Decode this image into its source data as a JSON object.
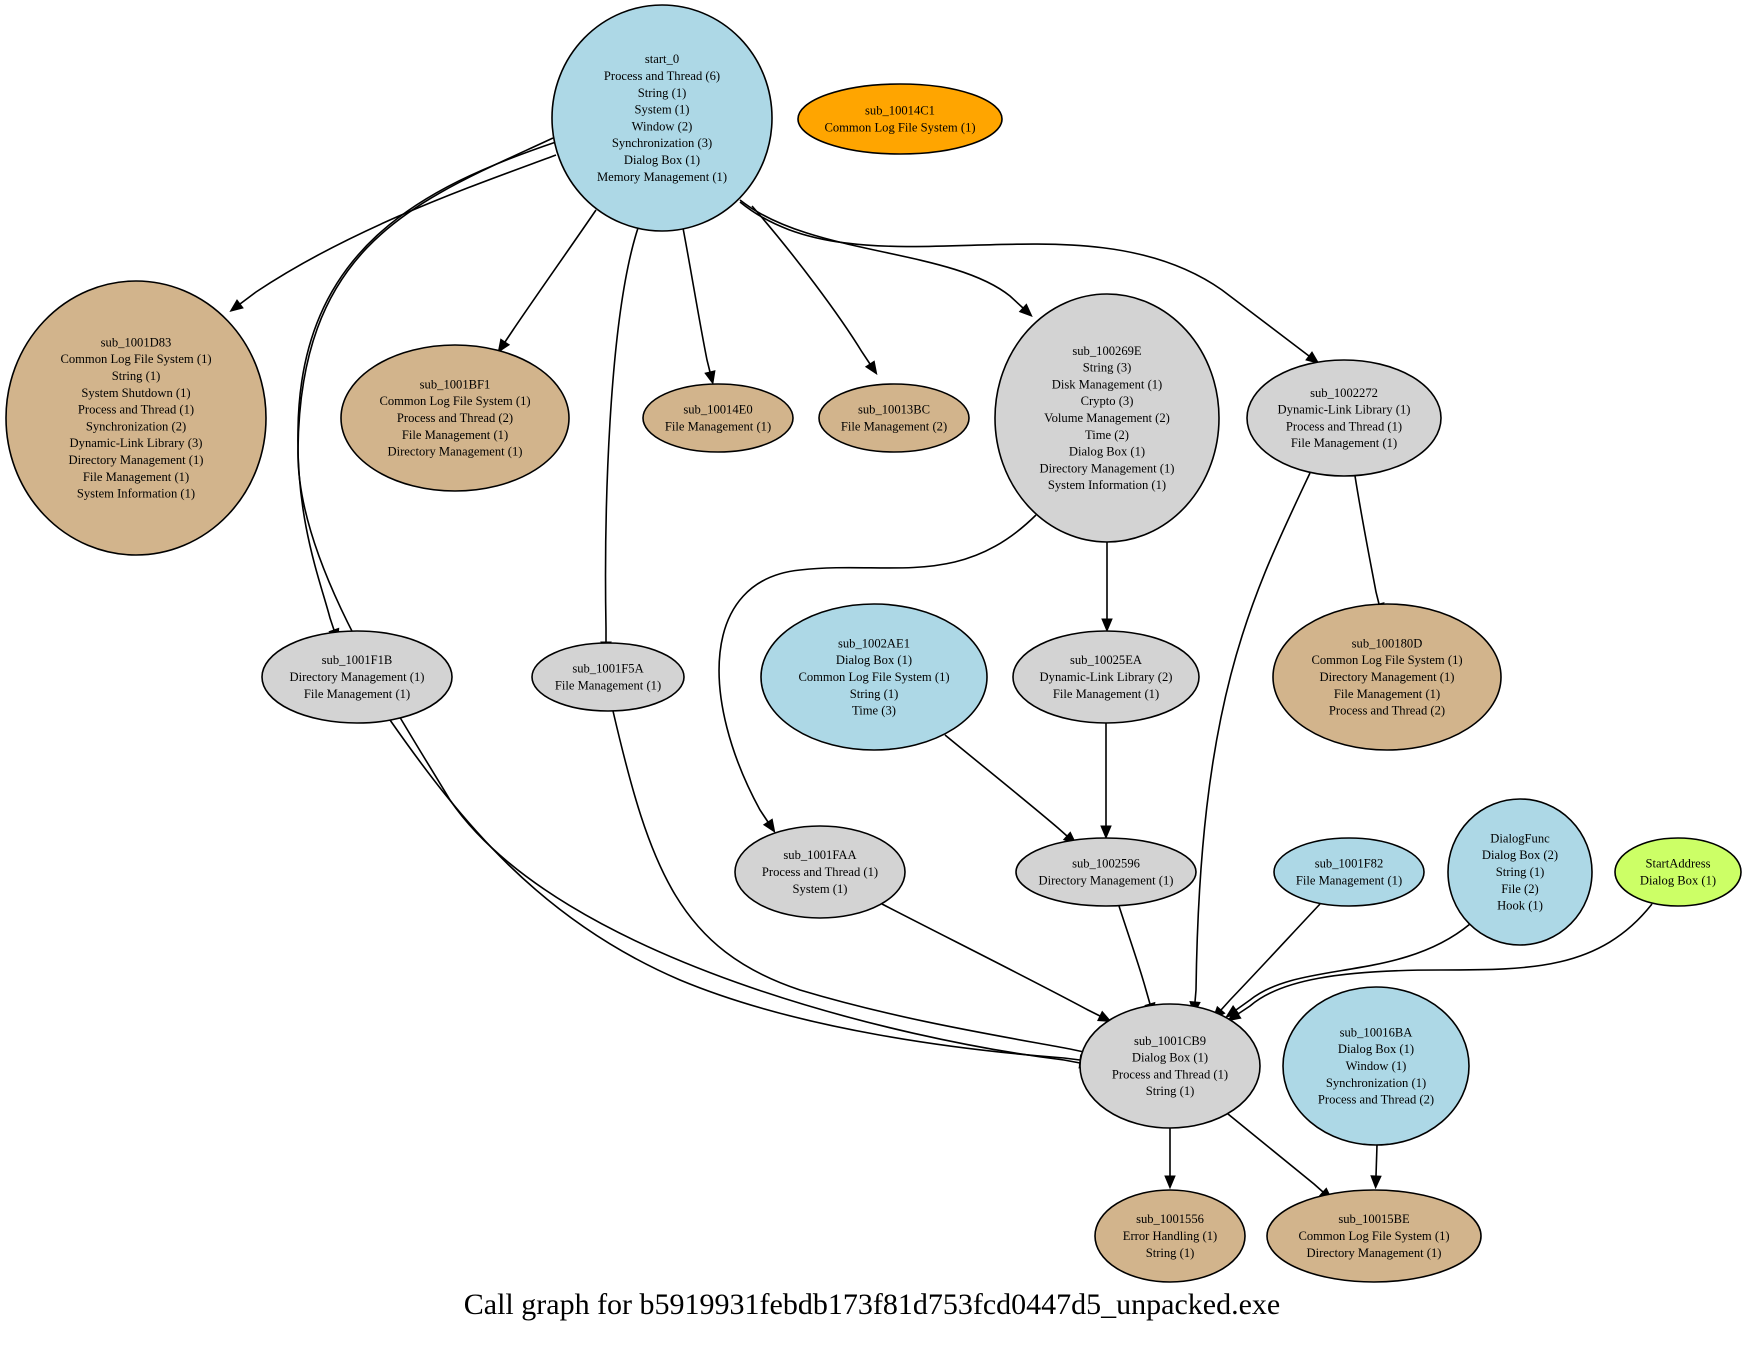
{
  "title": "Call graph for b5919931febdb173f81d753fcd0447d5_unpacked.exe",
  "colors": {
    "lightblue": "#add8e6",
    "tan": "#d2b48c",
    "lightgray": "#d3d3d3",
    "orange": "#ffa500",
    "green": "#ccff66"
  },
  "nodes": [
    {
      "id": "start_0",
      "color": "lightblue",
      "lines": [
        "start_0",
        "Process and Thread (6)",
        "String (1)",
        "System (1)",
        "Window (2)",
        "Synchronization (3)",
        "Dialog Box (1)",
        "Memory Management (1)"
      ]
    },
    {
      "id": "sub_10014C1",
      "color": "orange",
      "lines": [
        "sub_10014C1",
        "Common Log File System (1)"
      ]
    },
    {
      "id": "sub_1001D83",
      "color": "tan",
      "lines": [
        "sub_1001D83",
        "Common Log File System (1)",
        "String (1)",
        "System Shutdown (1)",
        "Process and Thread (1)",
        "Synchronization (2)",
        "Dynamic-Link Library (3)",
        "Directory Management (1)",
        "File Management (1)",
        "System Information (1)"
      ]
    },
    {
      "id": "sub_1001BF1",
      "color": "tan",
      "lines": [
        "sub_1001BF1",
        "Common Log File System (1)",
        "Process and Thread (2)",
        "File Management (1)",
        "Directory Management (1)"
      ]
    },
    {
      "id": "sub_10014E0",
      "color": "tan",
      "lines": [
        "sub_10014E0",
        "File Management (1)"
      ]
    },
    {
      "id": "sub_10013BC",
      "color": "tan",
      "lines": [
        "sub_10013BC",
        "File Management (2)"
      ]
    },
    {
      "id": "sub_100269E",
      "color": "lightgray",
      "lines": [
        "sub_100269E",
        "String (3)",
        "Disk Management (1)",
        "Crypto (3)",
        "Volume Management (2)",
        "Time (2)",
        "Dialog Box (1)",
        "Directory Management (1)",
        "System Information (1)"
      ]
    },
    {
      "id": "sub_1002272",
      "color": "lightgray",
      "lines": [
        "sub_1002272",
        "Dynamic-Link Library (1)",
        "Process and Thread (1)",
        "File Management (1)"
      ]
    },
    {
      "id": "sub_1001F1B",
      "color": "lightgray",
      "lines": [
        "sub_1001F1B",
        "Directory Management (1)",
        "File Management (1)"
      ]
    },
    {
      "id": "sub_1001F5A",
      "color": "lightgray",
      "lines": [
        "sub_1001F5A",
        "File Management (1)"
      ]
    },
    {
      "id": "sub_1002AE1",
      "color": "lightblue",
      "lines": [
        "sub_1002AE1",
        "Dialog Box (1)",
        "Common Log File System (1)",
        "String (1)",
        "Time (3)"
      ]
    },
    {
      "id": "sub_10025EA",
      "color": "lightgray",
      "lines": [
        "sub_10025EA",
        "Dynamic-Link Library (2)",
        "File Management (1)"
      ]
    },
    {
      "id": "sub_100180D",
      "color": "tan",
      "lines": [
        "sub_100180D",
        "Common Log File System (1)",
        "Directory Management (1)",
        "File Management (1)",
        "Process and Thread (2)"
      ]
    },
    {
      "id": "sub_1001FAA",
      "color": "lightgray",
      "lines": [
        "sub_1001FAA",
        "Process and Thread (1)",
        "System (1)"
      ]
    },
    {
      "id": "sub_1002596",
      "color": "lightgray",
      "lines": [
        "sub_1002596",
        "Directory Management (1)"
      ]
    },
    {
      "id": "sub_1001F82",
      "color": "lightblue",
      "lines": [
        "sub_1001F82",
        "File Management (1)"
      ]
    },
    {
      "id": "DialogFunc",
      "color": "lightblue",
      "lines": [
        "DialogFunc",
        "Dialog Box (2)",
        "String (1)",
        "File (2)",
        "Hook (1)"
      ]
    },
    {
      "id": "StartAddress",
      "color": "green",
      "lines": [
        "StartAddress",
        "Dialog Box (1)"
      ]
    },
    {
      "id": "sub_1001CB9",
      "color": "lightgray",
      "lines": [
        "sub_1001CB9",
        "Dialog Box (1)",
        "Process and Thread (1)",
        "String (1)"
      ]
    },
    {
      "id": "sub_10016BA",
      "color": "lightblue",
      "lines": [
        "sub_10016BA",
        "Dialog Box (1)",
        "Window (1)",
        "Synchronization (1)",
        "Process and Thread (2)"
      ]
    },
    {
      "id": "sub_1001556",
      "color": "tan",
      "lines": [
        "sub_1001556",
        "Error Handling (1)",
        "String (1)"
      ]
    },
    {
      "id": "sub_10015BE",
      "color": "tan",
      "lines": [
        "sub_10015BE",
        "Common Log File System (1)",
        "Directory Management (1)"
      ]
    }
  ],
  "edges": [
    {
      "from": "start_0",
      "to": "sub_1001D83"
    },
    {
      "from": "start_0",
      "to": "sub_1001BF1"
    },
    {
      "from": "start_0",
      "to": "sub_10014E0"
    },
    {
      "from": "start_0",
      "to": "sub_10013BC"
    },
    {
      "from": "start_0",
      "to": "sub_100269E"
    },
    {
      "from": "start_0",
      "to": "sub_1002272"
    },
    {
      "from": "start_0",
      "to": "sub_1001F1B"
    },
    {
      "from": "start_0",
      "to": "sub_1001F5A"
    },
    {
      "from": "start_0",
      "to": "sub_1001CB9"
    },
    {
      "from": "sub_100269E",
      "to": "sub_1001FAA"
    },
    {
      "from": "sub_100269E",
      "to": "sub_10025EA"
    },
    {
      "from": "sub_1002272",
      "to": "sub_100180D"
    },
    {
      "from": "sub_1002272",
      "to": "sub_1001CB9"
    },
    {
      "from": "sub_1001F1B",
      "to": "sub_1001CB9"
    },
    {
      "from": "sub_1001F5A",
      "to": "sub_1001CB9"
    },
    {
      "from": "sub_1002AE1",
      "to": "sub_1002596"
    },
    {
      "from": "sub_10025EA",
      "to": "sub_1002596"
    },
    {
      "from": "sub_1001FAA",
      "to": "sub_1001CB9"
    },
    {
      "from": "sub_1002596",
      "to": "sub_1001CB9"
    },
    {
      "from": "sub_1001F82",
      "to": "sub_1001CB9"
    },
    {
      "from": "DialogFunc",
      "to": "sub_1001CB9"
    },
    {
      "from": "StartAddress",
      "to": "sub_1001CB9"
    },
    {
      "from": "sub_1001CB9",
      "to": "sub_1001556"
    },
    {
      "from": "sub_1001CB9",
      "to": "sub_10015BE"
    },
    {
      "from": "sub_10016BA",
      "to": "sub_10015BE"
    }
  ]
}
